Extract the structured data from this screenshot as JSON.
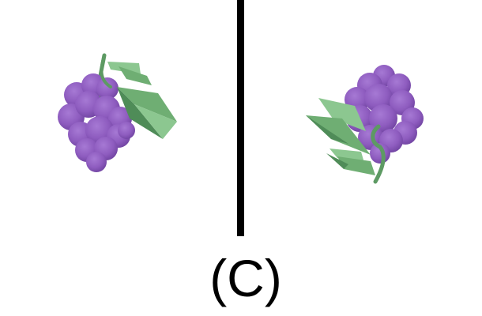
{
  "panel_label": "(C)",
  "divider": {
    "color": "#000000"
  },
  "images": [
    {
      "name": "left-grape-cluster",
      "subject": "grape-cluster",
      "view": "stem-leaves-right"
    },
    {
      "name": "right-grape-cluster",
      "subject": "grape-cluster",
      "view": "mirrored-stem-leaves-left"
    }
  ],
  "colors": {
    "grape_fill": "#8e5cbf",
    "grape_shadow": "#6f43a0",
    "grape_highlight": "#a679d4",
    "leaf_fill": "#6fae73",
    "leaf_dark": "#4f8c58",
    "leaf_light": "#8cc790",
    "stem": "#5d9a63"
  }
}
